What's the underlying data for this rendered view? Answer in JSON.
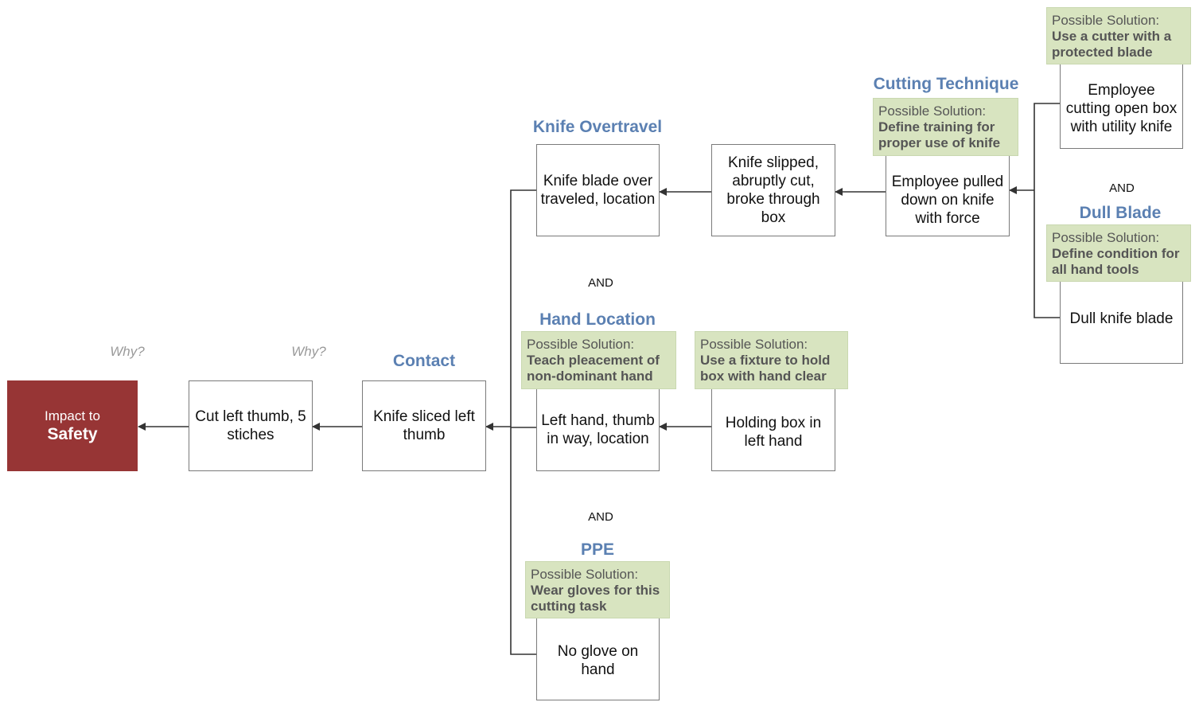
{
  "impact": {
    "line1": "Impact to",
    "line2": "Safety"
  },
  "why_labels": [
    "Why?",
    "Why?"
  ],
  "and_label": "AND",
  "solution_label": "Possible Solution:",
  "headings": {
    "contact": "Contact",
    "knife_overtravel": "Knife Overtravel",
    "hand_location": "Hand Location",
    "ppe": "PPE",
    "cutting_technique": "Cutting Technique",
    "dull_blade": "Dull Blade"
  },
  "boxes": {
    "cut_thumb": "Cut left thumb, 5 stiches",
    "knife_sliced": "Knife sliced left thumb",
    "blade_overtraveled": "Knife blade over traveled, location",
    "left_hand": "Left hand, thumb in way, location",
    "no_glove": "No glove on hand",
    "knife_slipped": "Knife slipped, abruptly cut, broke through box",
    "holding_box": "Holding box in left hand",
    "employee_pulled": "Employee pulled down on knife with force",
    "employee_cutting": "Employee cutting open box with utility knife",
    "dull_knife": "Dull knife blade"
  },
  "solutions": {
    "hand_location": "Teach pleacement of non-dominant hand",
    "holding_box": "Use a fixture to hold box with hand clear",
    "ppe": "Wear gloves for this cutting task",
    "cutting_technique": "Define training for proper use of knife",
    "cutter": "Use a cutter with a protected blade",
    "dull_blade": "Define condition for all hand tools"
  },
  "colors": {
    "impact": "#973535",
    "heading": "#5b80b2",
    "solution_bg": "#d8e4c0",
    "why": "#9a9a9a",
    "line": "#333333"
  }
}
